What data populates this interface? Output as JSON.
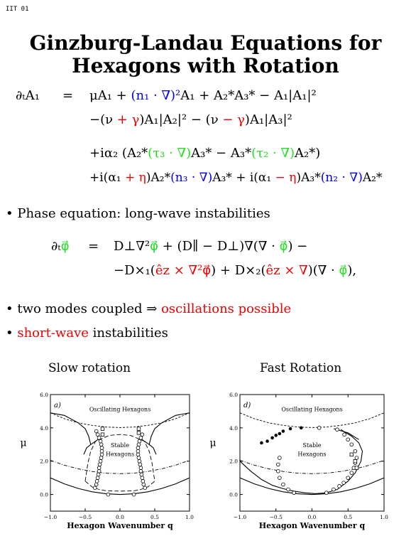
{
  "slide_tag": "IIT 01",
  "title": {
    "line1": "Ginzburg-Landau Equations for",
    "line2": "Hexagons with Rotation"
  },
  "equations": {
    "amp_lhs": "∂ₜA₁",
    "eq_sign": "=",
    "amp_line1": [
      "μA₁ + ",
      "(n₁ · ∇)²",
      "A₁ + A₂*A₃* − A₁|A₁|²"
    ],
    "amp_line2": [
      "−(ν ",
      "+ γ",
      ")A₁|A₂|² − (ν ",
      "− γ",
      ")A₁|A₃|²"
    ],
    "amp_line3": [
      "+iα₂ (A₂*",
      "(τ₃ · ∇)",
      "A₃* − A₃*",
      "(τ₂ · ∇)",
      "A₂*)"
    ],
    "amp_line4": [
      "+i(α₁ ",
      "+ η",
      ")A₂*",
      "(n₃ · ∇)",
      "A₃* + i(α₁ ",
      "− η",
      ")A₃*",
      "(n₂ · ∇)",
      "A₂*"
    ],
    "phase_lhs": [
      "∂ₜ",
      "φ⃗"
    ],
    "phase_line1": [
      "D⊥∇²",
      "φ⃗",
      " + (D∥ − D⊥)∇(∇ · ",
      "φ⃗",
      ") −"
    ],
    "phase_line2": [
      "−D×₁(",
      "êz × ∇²φ⃗",
      ") + D×₂(",
      "êz × ∇",
      ")(∇ · ",
      "φ⃗",
      "),"
    ]
  },
  "bullets": {
    "phase": "Phase equation: long-wave instabilities",
    "coupled": [
      "two modes coupled ⇒ ",
      "oscillations possible"
    ],
    "short": [
      "short-wave",
      " instabilities"
    ]
  },
  "colors": {
    "blue": "#0000ee",
    "red": "#ee0000",
    "green": "#22dd22"
  },
  "chart_data": [
    {
      "type": "line",
      "title": "Slow rotation",
      "panel_label": "a)",
      "xlabel": "Hexagon Wavenumber q",
      "ylabel": "μ",
      "xlim": [
        -1.0,
        1.0
      ],
      "ylim": [
        -1.0,
        6.0
      ],
      "xticks": [
        "−1.0",
        "−0.5",
        "0.0",
        "0.5",
        "1.0"
      ],
      "yticks": [
        "0.0",
        "2.0",
        "4.0",
        "6.0"
      ],
      "annotations": [
        "Oscillating Hexagons",
        "Stable",
        "Hexagons"
      ],
      "series": [
        {
          "style": "solid",
          "x": [
            -1.0,
            -0.8,
            -0.6,
            -0.4,
            -0.2,
            0.0,
            0.2,
            0.4,
            0.6,
            0.8,
            1.0
          ],
          "y": [
            1.0,
            0.64,
            0.36,
            0.16,
            0.04,
            0.0,
            0.04,
            0.16,
            0.36,
            0.64,
            1.0
          ]
        },
        {
          "style": "dashdot",
          "x": [
            -1.0,
            -0.8,
            -0.6,
            -0.4,
            -0.2,
            0.0,
            0.2,
            0.4,
            0.6,
            0.8,
            1.0
          ],
          "y": [
            2.05,
            1.76,
            1.54,
            1.38,
            1.28,
            1.25,
            1.28,
            1.38,
            1.54,
            1.76,
            2.05
          ]
        },
        {
          "style": "dashed",
          "x": [
            -1.0,
            -0.8,
            -0.6,
            -0.4,
            -0.2,
            0.0,
            0.2,
            0.4,
            0.6,
            0.8,
            1.0
          ],
          "y": [
            4.9,
            4.55,
            4.3,
            4.15,
            4.05,
            4.02,
            4.05,
            4.15,
            4.3,
            4.55,
            4.9
          ]
        },
        {
          "style": "solid",
          "x": [
            -1.0,
            -0.8,
            -0.6,
            -0.5,
            -0.45,
            -0.42
          ],
          "y": [
            4.9,
            4.75,
            4.3,
            3.95,
            3.5,
            3.0
          ]
        },
        {
          "style": "solid",
          "x": [
            1.0,
            0.8,
            0.6,
            0.5,
            0.45,
            0.42
          ],
          "y": [
            4.9,
            4.75,
            4.3,
            3.95,
            3.5,
            3.0
          ]
        },
        {
          "style": "longdash",
          "x": [
            -0.5,
            -0.46,
            -0.42,
            -0.35,
            -0.15,
            0.0,
            0.15,
            0.35,
            0.42,
            0.46,
            0.5
          ],
          "y": [
            0.8,
            1.9,
            2.6,
            3.2,
            3.55,
            3.6,
            3.55,
            3.2,
            2.6,
            1.9,
            0.8
          ]
        },
        {
          "style": "longdash",
          "x": [
            -0.5,
            -0.4,
            -0.3,
            -0.2,
            0.0,
            0.2,
            0.3,
            0.4,
            0.5
          ],
          "y": [
            0.8,
            0.45,
            0.3,
            0.22,
            0.2,
            0.22,
            0.3,
            0.45,
            0.8
          ]
        },
        {
          "style": "solid",
          "x": [
            -0.52,
            -0.48,
            -0.42,
            -0.35,
            -0.28
          ],
          "y": [
            2.4,
            2.8,
            3.0,
            3.2,
            3.4
          ]
        },
        {
          "style": "solid",
          "x": [
            0.52,
            0.48,
            0.42,
            0.35,
            0.28
          ],
          "y": [
            2.4,
            2.8,
            3.0,
            3.2,
            3.4
          ]
        }
      ],
      "markers": [
        {
          "shape": "open-circle",
          "x": [
            -0.36,
            -0.34,
            -0.33,
            -0.32,
            -0.31,
            -0.3,
            -0.3,
            -0.29,
            -0.28,
            -0.27,
            -0.26,
            -0.26,
            -0.26,
            -0.27,
            -0.28,
            -0.3,
            -0.32,
            -0.34,
            -0.17
          ],
          "y": [
            0.4,
            0.6,
            0.8,
            1.0,
            1.2,
            1.4,
            1.6,
            1.8,
            2.0,
            2.2,
            2.4,
            2.6,
            2.8,
            3.0,
            3.2,
            3.4,
            3.6,
            3.8,
            0.0
          ]
        },
        {
          "shape": "open-circle",
          "x": [
            0.36,
            0.34,
            0.33,
            0.32,
            0.31,
            0.3,
            0.3,
            0.29,
            0.28,
            0.27,
            0.26,
            0.26,
            0.26,
            0.27,
            0.28,
            0.3,
            0.32,
            0.2
          ],
          "y": [
            0.4,
            0.6,
            0.8,
            1.0,
            1.2,
            1.4,
            1.6,
            1.8,
            2.0,
            2.2,
            2.4,
            2.6,
            2.8,
            3.0,
            3.2,
            3.4,
            3.6,
            0.0
          ]
        },
        {
          "shape": "open-square",
          "x": [
            -0.25,
            -0.25,
            0.27,
            0.27
          ],
          "y": [
            3.6,
            3.95,
            3.7,
            3.95
          ]
        }
      ]
    },
    {
      "type": "line",
      "title": "Fast Rotation",
      "panel_label": "d)",
      "xlabel": "Hexagon Wavenumber q",
      "ylabel": "μ",
      "xlim": [
        -1.0,
        1.0
      ],
      "ylim": [
        -1.0,
        6.0
      ],
      "xticks": [
        "−1.0",
        "−0.5",
        "0.0",
        "0.5",
        "1.0"
      ],
      "yticks": [
        "0.0",
        "2.0",
        "4.0",
        "6.0"
      ],
      "annotations": [
        "Oscillating Hexagons",
        "Stable",
        "Hexagons"
      ],
      "series": [
        {
          "style": "solid",
          "x": [
            -1.0,
            -0.8,
            -0.6,
            -0.4,
            -0.2,
            0.0,
            0.2,
            0.4,
            0.6,
            0.8,
            1.0
          ],
          "y": [
            1.0,
            0.64,
            0.36,
            0.16,
            0.04,
            0.0,
            0.04,
            0.16,
            0.36,
            0.64,
            1.0
          ]
        },
        {
          "style": "dashdot",
          "x": [
            -1.0,
            -0.8,
            -0.6,
            -0.4,
            -0.2,
            0.0,
            0.2,
            0.4,
            0.6,
            0.8,
            1.0
          ],
          "y": [
            2.05,
            1.76,
            1.54,
            1.38,
            1.28,
            1.25,
            1.28,
            1.38,
            1.54,
            1.76,
            2.05
          ]
        },
        {
          "style": "dashed",
          "x": [
            -1.0,
            -0.8,
            -0.6,
            -0.4,
            -0.2,
            0.0,
            0.2,
            0.4,
            0.6,
            0.8,
            1.0
          ],
          "y": [
            4.9,
            4.55,
            4.3,
            4.15,
            4.05,
            4.02,
            4.05,
            4.15,
            4.3,
            4.55,
            4.9
          ]
        },
        {
          "style": "solid",
          "x": [
            -1.0,
            -0.85,
            -0.7,
            -0.55,
            -0.4,
            -0.25,
            -0.1,
            0.05,
            0.2,
            0.35,
            0.5,
            0.6,
            0.68,
            0.7,
            0.65,
            0.55,
            0.4
          ],
          "y": [
            2.0,
            1.4,
            0.9,
            0.55,
            0.35,
            0.2,
            0.1,
            0.05,
            0.1,
            0.3,
            0.8,
            1.3,
            2.0,
            2.6,
            3.1,
            3.5,
            3.9
          ]
        },
        {
          "style": "solid",
          "x": [
            0.3,
            0.5,
            0.65
          ],
          "y": [
            3.95,
            3.7,
            3.3
          ]
        }
      ],
      "markers": [
        {
          "shape": "open-circle",
          "x": [
            -0.45,
            -0.47,
            -0.47,
            -0.45,
            -0.4,
            -0.33,
            -0.25,
            0.2,
            0.3,
            0.38,
            0.44,
            0.5,
            0.55,
            0.58,
            0.6,
            0.62,
            0.6,
            0.55,
            0.5,
            0.45,
            0.35,
            0.1
          ],
          "y": [
            2.2,
            1.8,
            1.4,
            1.0,
            0.6,
            0.3,
            0.1,
            0.1,
            0.3,
            0.5,
            0.7,
            1.0,
            1.3,
            1.6,
            1.9,
            2.2,
            2.6,
            3.0,
            3.3,
            3.6,
            3.9,
            4.0
          ]
        },
        {
          "shape": "filled-circle",
          "x": [
            -0.7,
            -0.62,
            -0.55,
            -0.5,
            -0.45,
            -0.4,
            -0.3,
            -0.15
          ],
          "y": [
            3.1,
            3.2,
            3.4,
            3.55,
            3.65,
            3.8,
            3.95,
            4.0
          ]
        },
        {
          "shape": "open-square",
          "x": [
            0.55,
            0.6,
            0.62
          ],
          "y": [
            2.4,
            2.0,
            1.6
          ]
        }
      ]
    }
  ]
}
